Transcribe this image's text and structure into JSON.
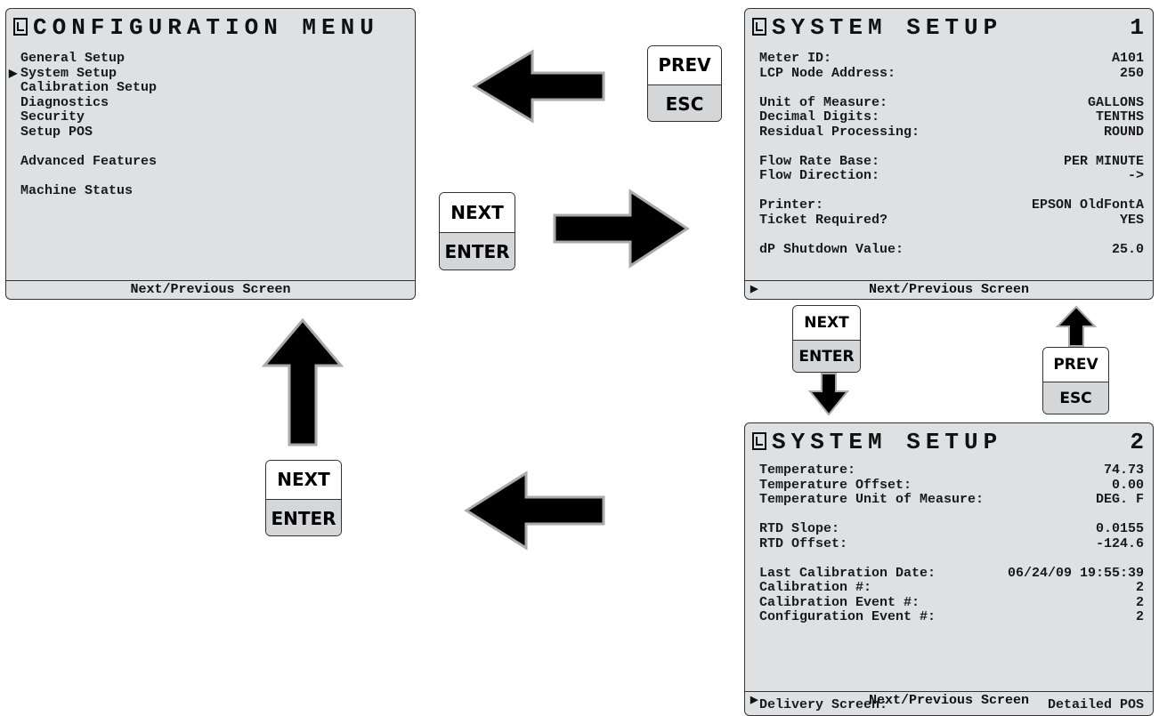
{
  "config_menu": {
    "title": "CONFIGURATION MENU",
    "items": [
      {
        "label": "General Setup"
      },
      {
        "label": "System Setup",
        "selected": true
      },
      {
        "label": "Calibration Setup"
      },
      {
        "label": "Diagnostics"
      },
      {
        "label": "Security"
      },
      {
        "label": "Setup POS"
      },
      {
        "label": "Advanced Features"
      },
      {
        "label": "Machine Status"
      }
    ],
    "footer": "Next/Previous Screen"
  },
  "system_setup_1": {
    "title": "SYSTEM SETUP",
    "page": "1",
    "rows": [
      {
        "label": "Meter ID:",
        "value": "A101"
      },
      {
        "label": "LCP Node Address:",
        "value": "250"
      },
      {
        "label": "Unit of Measure:",
        "value": "GALLONS"
      },
      {
        "label": "Decimal Digits:",
        "value": "TENTHS"
      },
      {
        "label": "Residual Processing:",
        "value": "ROUND"
      },
      {
        "label": "Flow Rate Base:",
        "value": "PER MINUTE"
      },
      {
        "label": "Flow Direction:",
        "value": "->"
      },
      {
        "label": "Printer:",
        "value": "EPSON OldFontA"
      },
      {
        "label": "Ticket Required?",
        "value": "YES"
      },
      {
        "label": "dP Shutdown Value:",
        "value": "25.0"
      }
    ],
    "footer": "Next/Previous Screen"
  },
  "system_setup_2": {
    "title": "SYSTEM SETUP",
    "page": "2",
    "rows": [
      {
        "label": "Temperature:",
        "value": "74.73"
      },
      {
        "label": "Temperature Offset:",
        "value": "0.00"
      },
      {
        "label": "Temperature Unit of Measure:",
        "value": "DEG. F"
      },
      {
        "label": "RTD Slope:",
        "value": "0.0155"
      },
      {
        "label": "RTD Offset:",
        "value": "-124.6"
      },
      {
        "label": "Last Calibration Date:",
        "value": "06/24/09 19:55:39"
      },
      {
        "label": "Calibration #:",
        "value": "2"
      },
      {
        "label": "Calibration Event #:",
        "value": "2"
      },
      {
        "label": "Configuration Event #:",
        "value": "2"
      },
      {
        "label": "Delivery Screen:",
        "value": "Detailed POS"
      }
    ],
    "footer": "Next/Previous Screen"
  },
  "keys": {
    "prev": "PREV",
    "esc": "ESC",
    "next": "NEXT",
    "enter": "ENTER"
  }
}
